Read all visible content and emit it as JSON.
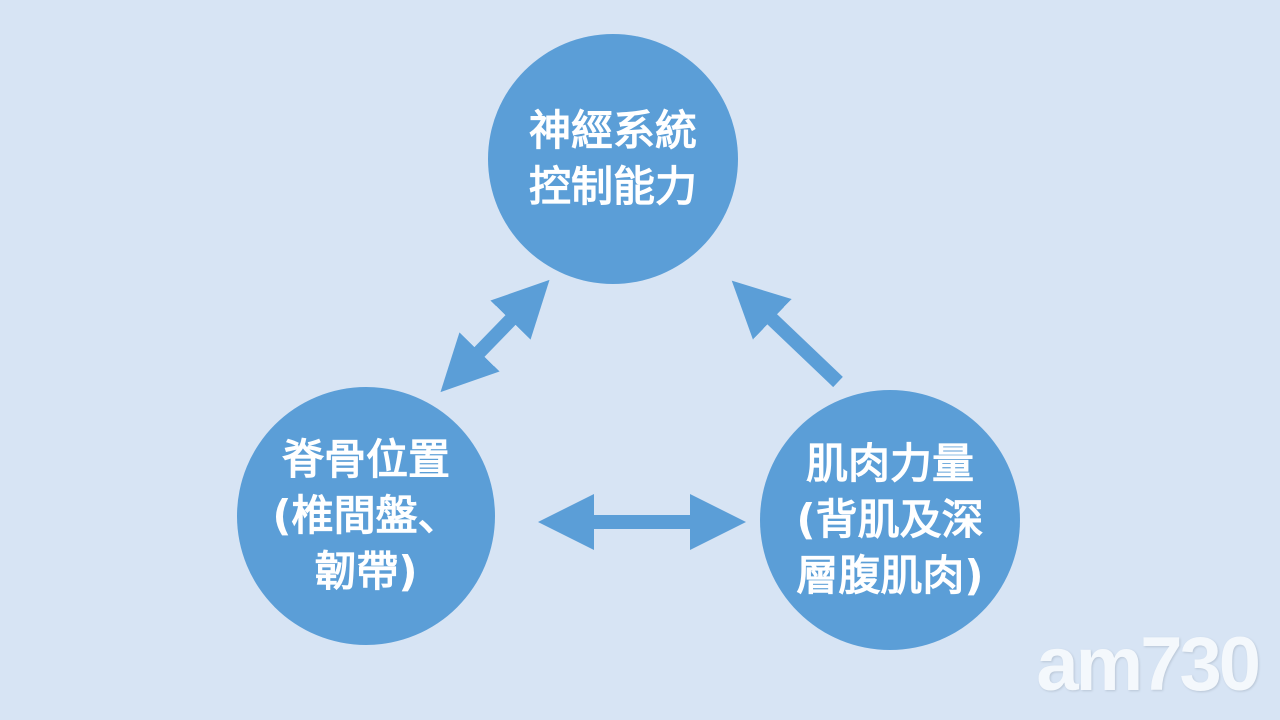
{
  "nodes": {
    "top": {
      "line1": "神經系統",
      "line2": "控制能力"
    },
    "left": {
      "line1": "脊骨位置",
      "line2": "(椎間盤、",
      "line3": "韌帶)"
    },
    "right": {
      "line1": "肌肉力量",
      "line2": "(背肌及深",
      "line3": "層腹肌肉)"
    }
  },
  "edges": [
    {
      "from": "left",
      "to": "top",
      "type": "bidirectional"
    },
    {
      "from": "right",
      "to": "top",
      "type": "unidirectional"
    },
    {
      "from": "left",
      "to": "right",
      "type": "bidirectional"
    }
  ],
  "logo": {
    "text": "am730"
  },
  "colors": {
    "background": "#d7e4f4",
    "node": "#5b9ed7"
  }
}
